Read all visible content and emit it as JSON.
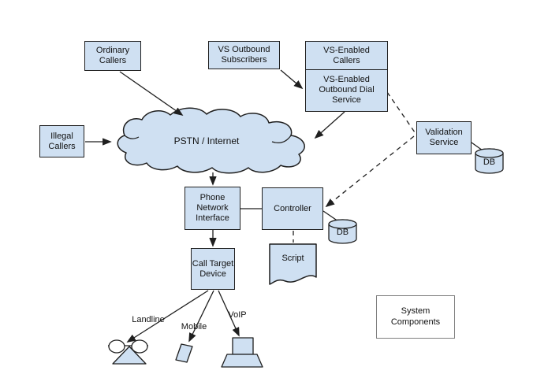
{
  "diagram": {
    "cloud_label": "PSTN / Internet",
    "nodes": {
      "ordinary_callers": "Ordinary Callers",
      "vs_outbound_subscribers": "VS Outbound Subscribers",
      "vs_enabled_callers": "VS-Enabled Callers",
      "vs_enabled_outbound_dial_service": "VS-Enabled Outbound Dial Service",
      "illegal_callers": "Illegal Callers",
      "validation_service": "Validation Service",
      "phone_network_interface": "Phone Network Interface",
      "controller": "Controller",
      "call_target_device": "Call Target Device",
      "script": "Script",
      "validation_db": "DB",
      "controller_db": "DB"
    },
    "device_labels": {
      "landline": "Landline",
      "mobile": "Mobile",
      "voip": "VoIP"
    },
    "legend": {
      "label": "System Components"
    },
    "colors": {
      "node_fill": "#cfe0f2",
      "node_border": "#1f1f1f",
      "legend_border": "#7f7f7f",
      "text": "#111111"
    }
  }
}
